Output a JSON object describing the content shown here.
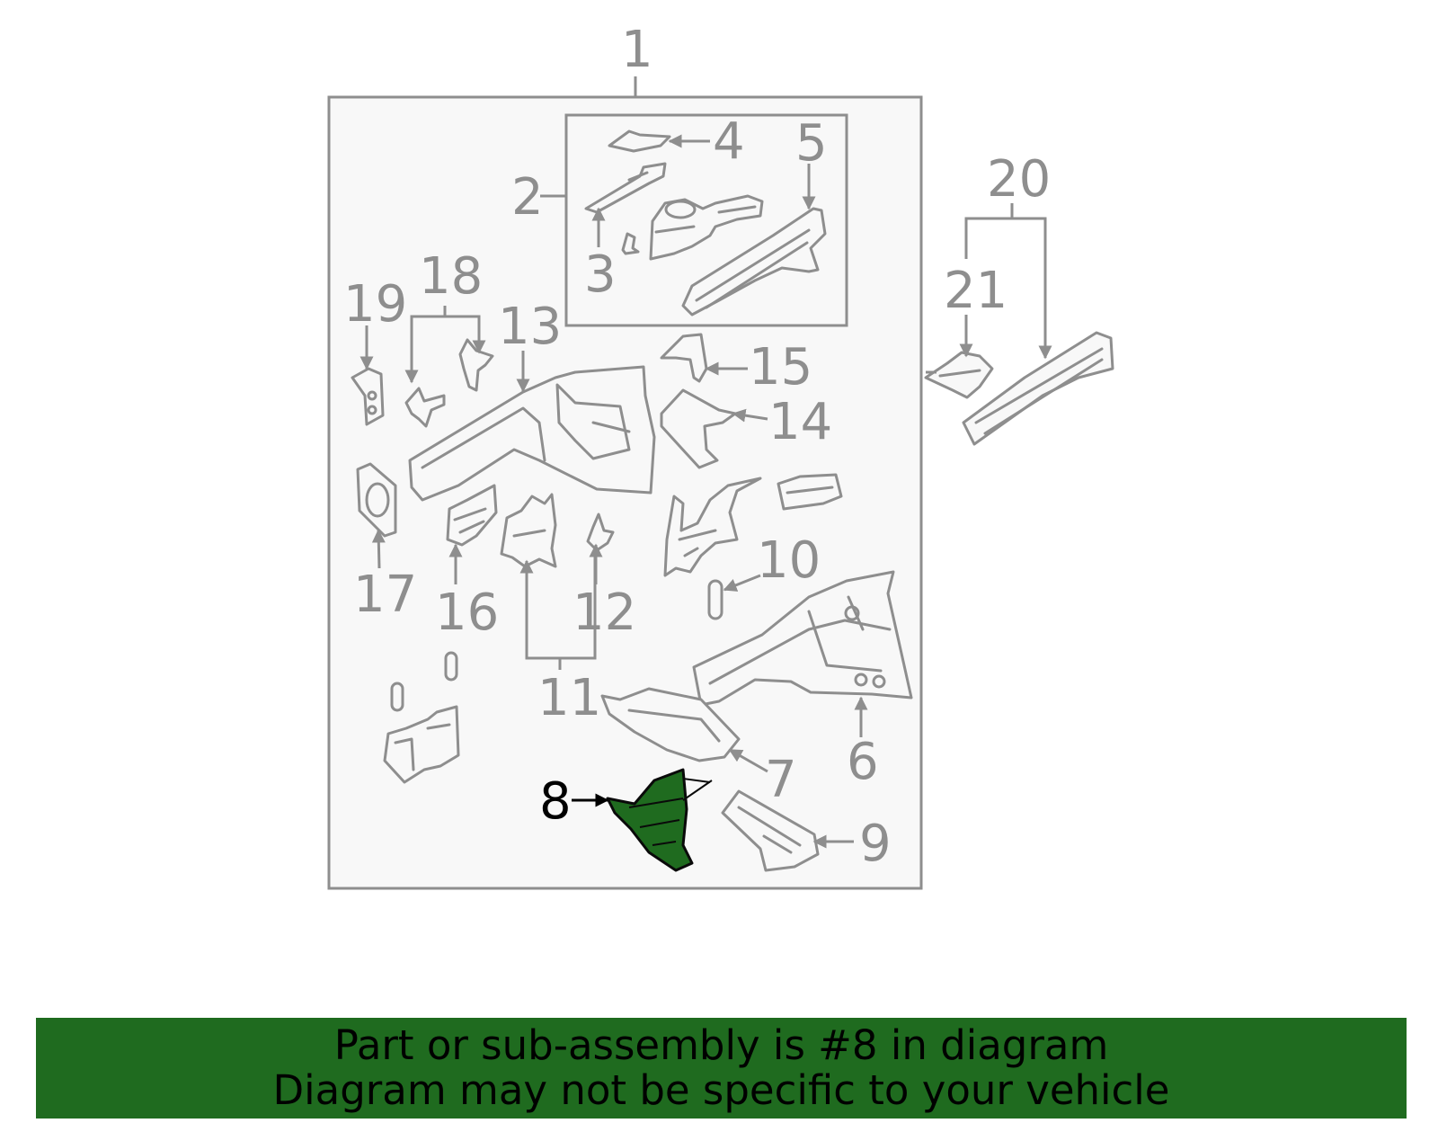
{
  "colors": {
    "highlight": "#1f6b1f",
    "line": "#8e8e8e",
    "banner": "#1f6b1f"
  },
  "callouts": {
    "c1": "1",
    "c2": "2",
    "c3": "3",
    "c4": "4",
    "c5": "5",
    "c6": "6",
    "c7": "7",
    "c8": "8",
    "c9": "9",
    "c10": "10",
    "c11": "11",
    "c12": "12",
    "c13": "13",
    "c14": "14",
    "c15": "15",
    "c16": "16",
    "c17": "17",
    "c18": "18",
    "c19": "19",
    "c20": "20",
    "c21": "21"
  },
  "highlighted_part": "8",
  "banner": {
    "line1": "Part or sub-assembly is #8 in diagram",
    "line2": "Diagram may not be specific to your vehicle"
  }
}
